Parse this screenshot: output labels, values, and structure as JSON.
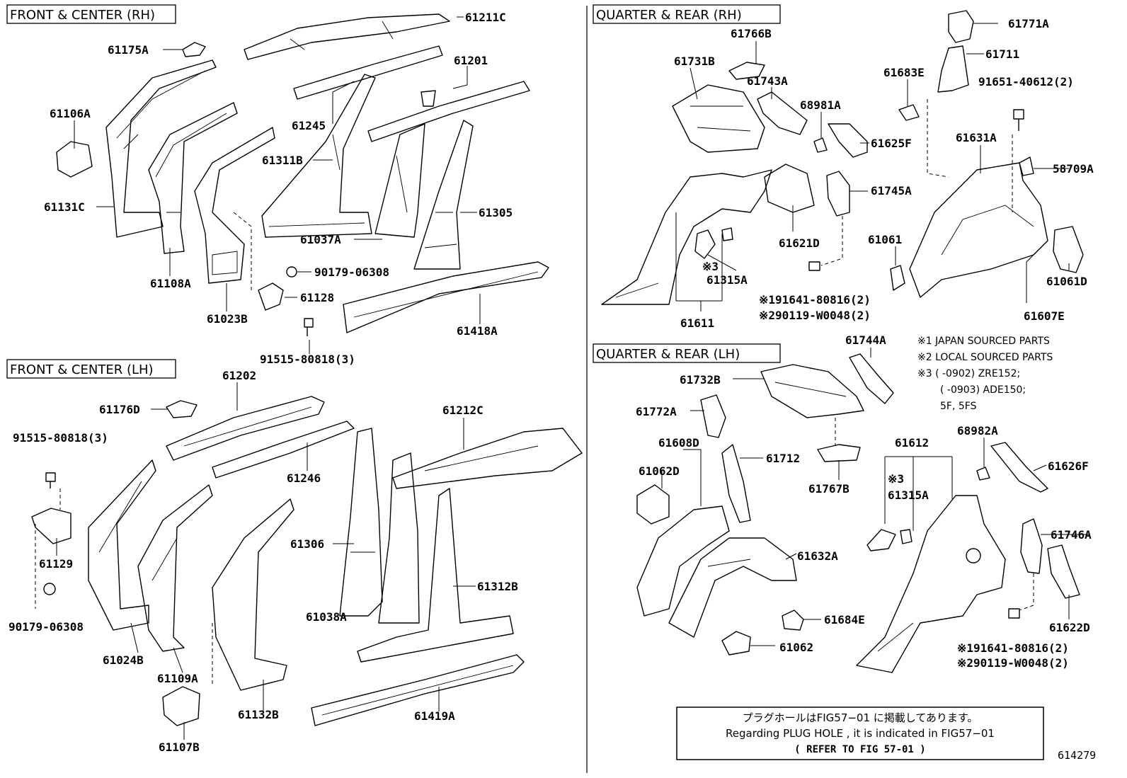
{
  "sections": {
    "front_rh": "FRONT & CENTER (RH)",
    "front_lh": "FRONT & CENTER (LH)",
    "quarter_rh": "QUARTER  &  REAR (RH)",
    "quarter_lh": "QUARTER  &  REAR (LH)"
  },
  "parts": {
    "p61211C": "61211C",
    "p61175A": "61175A",
    "p61201": "61201",
    "p61106A": "61106A",
    "p61245": "61245",
    "p61311B": "61311B",
    "p61131C": "61131C",
    "p61305": "61305",
    "p61037A": "61037A",
    "p61108A": "61108A",
    "p90179_06308_a": "90179-06308",
    "p61128": "61128",
    "p61023B": "61023B",
    "p61418A": "61418A",
    "p91515_80818_a": "91515-80818(3)",
    "p61202": "61202",
    "p61176D": "61176D",
    "p61212C": "61212C",
    "p91515_80818_b": "91515-80818(3)",
    "p61246": "61246",
    "p61129": "61129",
    "p61306": "61306",
    "p61312B": "61312B",
    "p90179_06308_b": "90179-06308",
    "p61024B": "61024B",
    "p61038A": "61038A",
    "p61109A": "61109A",
    "p61132B": "61132B",
    "p61419A": "61419A",
    "p61107B": "61107B",
    "p61766B": "61766B",
    "p61771A": "61771A",
    "p61731B": "61731B",
    "p61711": "61711",
    "p61743A": "61743A",
    "p61683E": "61683E",
    "p91651_40612": "91651-40612(2)",
    "p68981A": "68981A",
    "p61625F": "61625F",
    "p61631A": "61631A",
    "p58709A": "58709A",
    "p61745A": "61745A",
    "p61621D": "61621D",
    "p61061": "61061",
    "p61315A_a": "61315A",
    "p61061D": "61061D",
    "p61611": "61611",
    "p61607E": "61607E",
    "p61744A": "61744A",
    "p61732B": "61732B",
    "p61772A": "61772A",
    "p61712": "61712",
    "p61608D": "61608D",
    "p61767B": "61767B",
    "p61062D": "61062D",
    "p61612": "61612",
    "p68982A": "68982A",
    "p61315A_b": "61315A",
    "p61626F": "61626F",
    "p61746A": "61746A",
    "p61632A": "61632A",
    "p61684E": "61684E",
    "p61622D": "61622D",
    "p61062": "61062"
  },
  "marks": {
    "m3_rh": "※3",
    "m3_lh": "※3",
    "rh_fastener_1": "※191641-80816(2)",
    "rh_fastener_2": "※290119-W0048(2)",
    "lh_fastener_1": "※191641-80816(2)",
    "lh_fastener_2": "※290119-W0048(2)"
  },
  "legend": {
    "line1": "※1 JAPAN SOURCED PARTS",
    "line2": "※2 LOCAL SOURCED PARTS",
    "line3": "※3 (      -0902) ZRE152;",
    "line4": "(      -0903) ADE150;",
    "line5": "5F, 5FS"
  },
  "notice": {
    "line1": "プラグホールはFIG57−01 に掲載してあります。",
    "line2": "Regarding  PLUG HOLE , it is indicated in FIG57−01",
    "line3": "(   REFER TO FIG 57-01 )"
  },
  "figure_number": "614279"
}
